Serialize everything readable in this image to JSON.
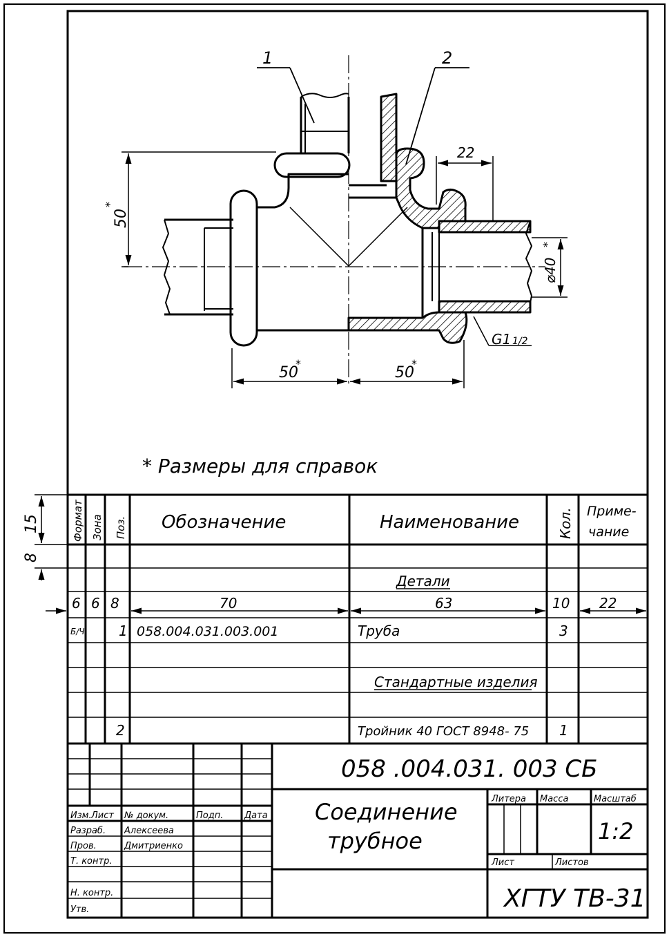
{
  "drawing": {
    "callouts": [
      "1",
      "2"
    ],
    "dimensions": {
      "d50_vert": "50",
      "d22": "22",
      "d40": "⌀40",
      "d50_left": "50",
      "d50_right": "50",
      "thread": "G1",
      "thread_frac": "1/2",
      "star": "*"
    },
    "note": "* Размеры для справок"
  },
  "spec": {
    "side_dims": {
      "h15": "15",
      "h8": "8"
    },
    "headers": {
      "format": "Формат",
      "zone": "Зона",
      "pos": "Поз.",
      "designation": "Обозначение",
      "name": "Наименование",
      "qty": "Кол.",
      "note1": "Приме-",
      "note2": "чание"
    },
    "section_parts": "Детали",
    "col_widths": {
      "format": "6",
      "zone": "6",
      "pos": "8",
      "designation": "70",
      "name": "63",
      "qty": "10",
      "note": "22"
    },
    "row1": {
      "format": "Б/Ч",
      "pos": "1",
      "designation": "058.004.031.003.001",
      "name": "Труба",
      "qty": "3"
    },
    "section_standard": "Стандартные изделия",
    "row2": {
      "pos": "2",
      "name": "Тройник 40 ГОСТ 8948- 75",
      "qty": "1"
    }
  },
  "title_block": {
    "doc_number": "058 .004.031. 003 СБ",
    "title1": "Соединение",
    "title2": "трубное",
    "labels": {
      "izm": "Изм.",
      "list": "Лист",
      "ndoc": "№ докум.",
      "podp": "Подп.",
      "data": "Дата",
      "razrab": "Разраб.",
      "prov": "Пров.",
      "tkontr": "Т. контр.",
      "nkontr": "Н. контр.",
      "utv": "Утв.",
      "litera": "Литера",
      "massa": "Масса",
      "masshtab": "Масштаб",
      "list2": "Лист",
      "listov": "Листов"
    },
    "developer": "Алексеева",
    "checker": "Дмитриенко",
    "scale": "1:2",
    "org": "ХГТУ ТВ-31"
  }
}
